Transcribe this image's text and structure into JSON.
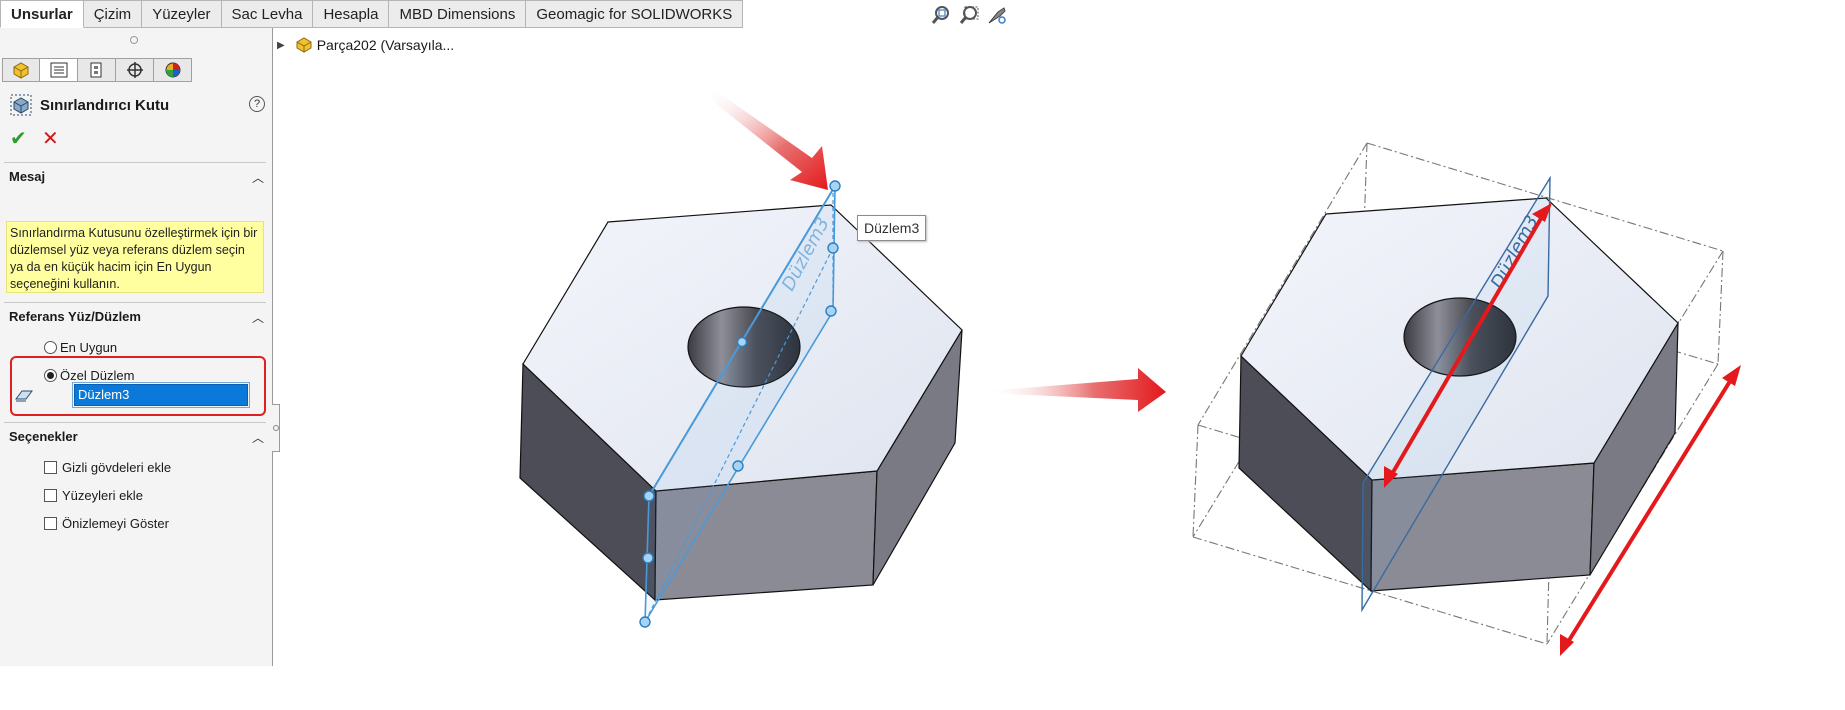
{
  "tabs": [
    {
      "label": "Unsurlar",
      "active": true
    },
    {
      "label": "Çizim",
      "active": false
    },
    {
      "label": "Yüzeyler",
      "active": false
    },
    {
      "label": "Sac Levha",
      "active": false
    },
    {
      "label": "Hesapla",
      "active": false
    },
    {
      "label": "MBD Dimensions",
      "active": false
    },
    {
      "label": "Geomagic for SOLIDWORKS",
      "active": false
    }
  ],
  "hud_icons": [
    "zoom-to-fit-icon",
    "zoom-area-icon",
    "previous-view-icon"
  ],
  "manager_tabs": [
    "feature-manager-icon",
    "property-manager-icon",
    "configuration-manager-icon",
    "dimxpert-manager-icon",
    "display-manager-icon"
  ],
  "property_manager": {
    "title": "Sınırlandırıcı Kutu",
    "help": "?",
    "ok": "✔",
    "cancel": "✕",
    "message_section": {
      "title": "Mesaj",
      "text": "Sınırlandırma Kutusunu özelleştirmek için bir düzlemsel yüz veya referans düzlem seçin ya da en küçük hacim için En Uygun seçeneğini kullanın."
    },
    "reference_section": {
      "title": "Referans Yüz/Düzlem",
      "options": [
        {
          "label": "En Uygun",
          "checked": false
        },
        {
          "label": "Özel Düzlem",
          "checked": true
        }
      ],
      "selected_plane": "Düzlem3"
    },
    "options_section": {
      "title": "Seçenekler",
      "checkboxes": [
        {
          "label": "Gizli gövdeleri ekle",
          "checked": false
        },
        {
          "label": "Yüzeyleri ekle",
          "checked": false
        },
        {
          "label": "Önizlemeyi Göster",
          "checked": false
        }
      ]
    }
  },
  "feature_tree": {
    "item": "Parça202  (Varsayıla..."
  },
  "graphics": {
    "tooltip": "Düzlem3",
    "plane_label_left": "Düzlem3",
    "plane_label_right": "Düzlem3",
    "arrow_color": "#e3191c",
    "plane_color": "#4a9ad8"
  }
}
